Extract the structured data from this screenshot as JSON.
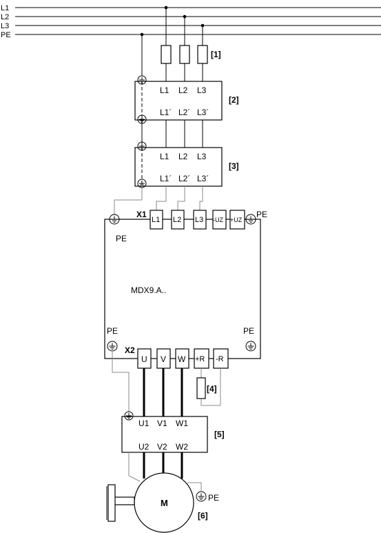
{
  "mains": {
    "lines": [
      "L1",
      "L2",
      "L3",
      "PE"
    ]
  },
  "refs": {
    "fuses": "[1]",
    "line_contactor": "[2]",
    "line_filter": "[3]",
    "brake_resistor": "[4]",
    "output_filter": "[5]",
    "motor": "[6]"
  },
  "contactor": {
    "inputs": [
      "L1",
      "L2",
      "L3"
    ],
    "outputs": [
      "L1´",
      "L2´",
      "L3´"
    ]
  },
  "filter": {
    "inputs": [
      "L1",
      "L2",
      "L3"
    ],
    "outputs": [
      "L1´",
      "L2´",
      "L3´"
    ]
  },
  "inverter": {
    "name": "MDX9.A..",
    "x1_label": "X1",
    "x1_terminals": [
      "L1",
      "L2",
      "L3",
      "-UZ",
      "+UZ"
    ],
    "x2_label": "X2",
    "x2_terminals": [
      "U",
      "V",
      "W",
      "+R",
      "-R"
    ],
    "pe_top_right": "PE",
    "pe_top_left": "PE",
    "pe_bottom_left": "PE",
    "pe_bottom_right": "PE"
  },
  "output_filter": {
    "inputs": [
      "U1",
      "V1",
      "W1"
    ],
    "outputs": [
      "U2",
      "V2",
      "W2"
    ]
  },
  "motor": {
    "label": "M",
    "pe": "PE"
  }
}
